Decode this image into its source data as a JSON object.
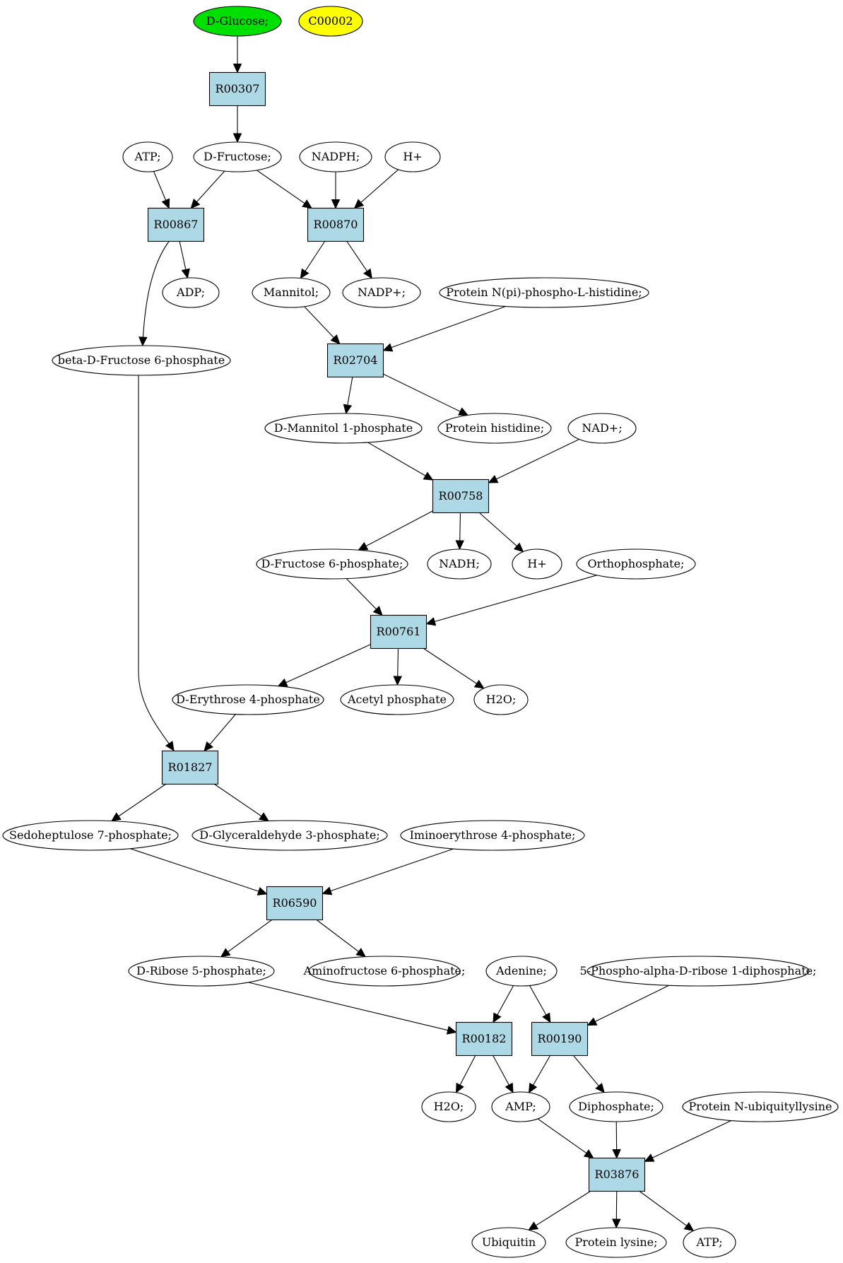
{
  "colors": {
    "start_compound": "#00e000",
    "target_compound": "#ffff00",
    "compound": "#ffffff",
    "reaction": "#add8e6",
    "stroke": "#000000"
  },
  "compounds": {
    "glucose": "D-Glucose;",
    "c00002": "C00002",
    "atp1": "ATP;",
    "fructose": "D-Fructose;",
    "nadph": "NADPH;",
    "h1": "H+",
    "adp": "ADP;",
    "mannitol": "Mannitol;",
    "nadpplus": "NADP+;",
    "protphoshis": "Protein N(pi)-phospho-L-histidine;",
    "bdf6p": "beta-D-Fructose 6-phosphate",
    "dm1p": "D-Mannitol 1-phosphate",
    "prothis": "Protein histidine;",
    "nadplus": "NAD+;",
    "df6p": "D-Fructose 6-phosphate;",
    "nadh": "NADH;",
    "h2": "H+",
    "orthophosphate": "Orthophosphate;",
    "de4p": "D-Erythrose 4-phosphate",
    "acetylphos": "Acetyl phosphate",
    "h2o1": "H2O;",
    "s7p": "Sedoheptulose 7-phosphate;",
    "g3p": "D-Glyceraldehyde 3-phosphate;",
    "ie4p": "Iminoerythrose 4-phosphate;",
    "dr5p": "D-Ribose 5-phosphate;",
    "af6p": "Aminofructose 6-phosphate;",
    "adenine": "Adenine;",
    "prpp": "5-Phospho-alpha-D-ribose 1-diphosphate;",
    "h2o2": "H2O;",
    "amp": "AMP;",
    "diphosphate": "Diphosphate;",
    "protubq": "Protein N-ubiquityllysine",
    "ubiquitin": "Ubiquitin",
    "protlys": "Protein lysine;",
    "atp2": "ATP;"
  },
  "reactions": {
    "R00307": "R00307",
    "R00867": "R00867",
    "R00870": "R00870",
    "R02704": "R02704",
    "R00758": "R00758",
    "R00761": "R00761",
    "R01827": "R01827",
    "R06590": "R06590",
    "R00182": "R00182",
    "R00190": "R00190",
    "R03876": "R03876"
  },
  "edges": [
    [
      "glucose",
      "R00307"
    ],
    [
      "R00307",
      "fructose"
    ],
    [
      "atp1",
      "R00867"
    ],
    [
      "fructose",
      "R00867"
    ],
    [
      "fructose",
      "R00870"
    ],
    [
      "nadph",
      "R00870"
    ],
    [
      "h1",
      "R00870"
    ],
    [
      "R00867",
      "adp"
    ],
    [
      "R00867",
      "bdf6p"
    ],
    [
      "R00870",
      "mannitol"
    ],
    [
      "R00870",
      "nadpplus"
    ],
    [
      "mannitol",
      "R02704"
    ],
    [
      "protphoshis",
      "R02704"
    ],
    [
      "R02704",
      "dm1p"
    ],
    [
      "R02704",
      "prothis"
    ],
    [
      "dm1p",
      "R00758"
    ],
    [
      "nadplus",
      "R00758"
    ],
    [
      "R00758",
      "df6p"
    ],
    [
      "R00758",
      "nadh"
    ],
    [
      "R00758",
      "h2"
    ],
    [
      "df6p",
      "R00761"
    ],
    [
      "orthophosphate",
      "R00761"
    ],
    [
      "R00761",
      "de4p"
    ],
    [
      "R00761",
      "acetylphos"
    ],
    [
      "R00761",
      "h2o1"
    ],
    [
      "bdf6p",
      "R01827"
    ],
    [
      "de4p",
      "R01827"
    ],
    [
      "R01827",
      "s7p"
    ],
    [
      "R01827",
      "g3p"
    ],
    [
      "s7p",
      "R06590"
    ],
    [
      "ie4p",
      "R06590"
    ],
    [
      "R06590",
      "dr5p"
    ],
    [
      "R06590",
      "af6p"
    ],
    [
      "dr5p",
      "R00182"
    ],
    [
      "adenine",
      "R00182"
    ],
    [
      "adenine",
      "R00190"
    ],
    [
      "prpp",
      "R00190"
    ],
    [
      "R00182",
      "h2o2"
    ],
    [
      "R00182",
      "amp"
    ],
    [
      "R00190",
      "amp"
    ],
    [
      "R00190",
      "diphosphate"
    ],
    [
      "amp",
      "R03876"
    ],
    [
      "diphosphate",
      "R03876"
    ],
    [
      "protubq",
      "R03876"
    ],
    [
      "R03876",
      "ubiquitin"
    ],
    [
      "R03876",
      "protlys"
    ],
    [
      "R03876",
      "atp2"
    ]
  ]
}
